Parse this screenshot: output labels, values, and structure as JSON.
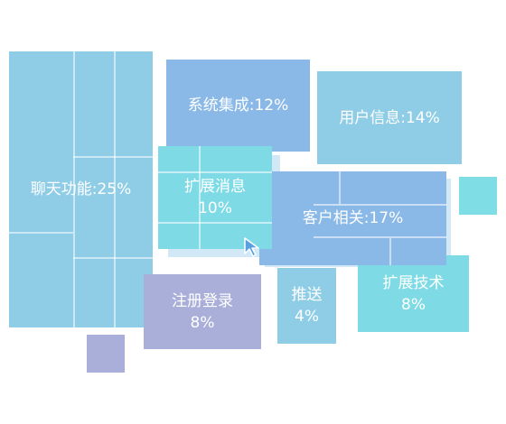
{
  "diagram": {
    "type": "treemap",
    "blocks": [
      {
        "id": "chat",
        "label": "聊天功能:25%",
        "color": "#8fcde6"
      },
      {
        "id": "system",
        "label": "系统集成:12%",
        "color": "#8ab9e8"
      },
      {
        "id": "user",
        "label": "用户信息:14%",
        "color": "#8fcde6"
      },
      {
        "id": "ext-msg",
        "label": "扩展消息\n10%",
        "color": "#7edbe6"
      },
      {
        "id": "customer",
        "label": "客户相关:17%",
        "color": "#8ab9e8"
      },
      {
        "id": "register",
        "label": "注册登录\n8%",
        "color": "#a9afd8"
      },
      {
        "id": "push",
        "label": "推送\n4%",
        "color": "#8fcde6"
      },
      {
        "id": "ext-tech",
        "label": "扩展技术\n8%",
        "color": "#7edbe6"
      }
    ],
    "accent_colors": {
      "small_cyan": "#7fdde6",
      "small_purple": "#a9afd8"
    },
    "cursor_icon": "arrow-cursor-icon"
  }
}
